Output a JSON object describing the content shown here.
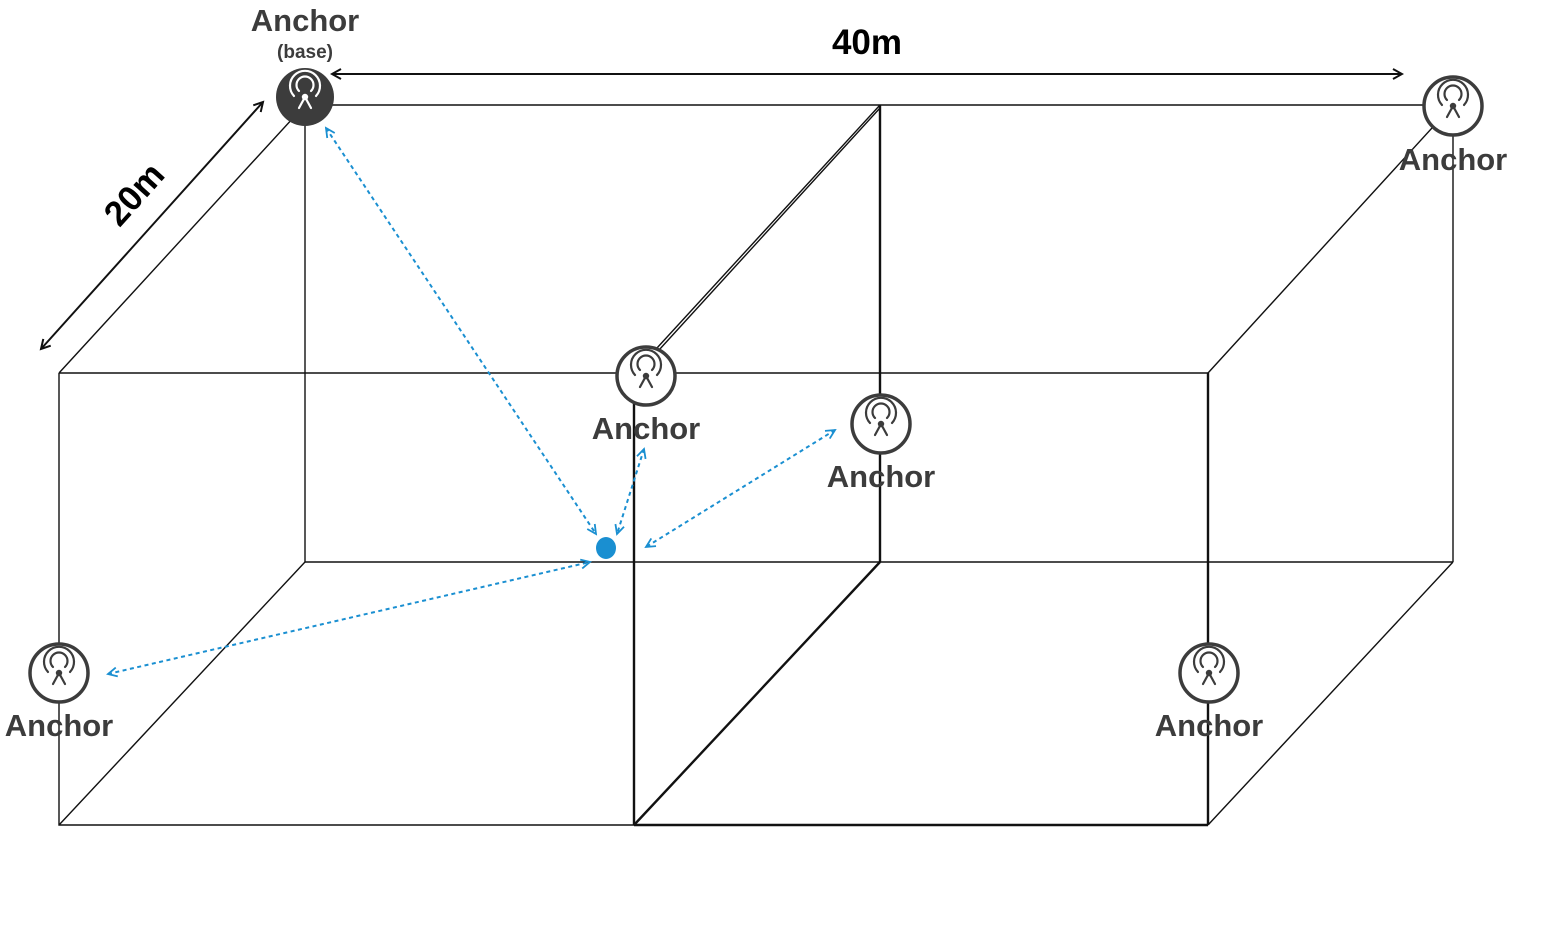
{
  "dimensions": {
    "length_label": "40m",
    "depth_label": "20m"
  },
  "anchors": [
    {
      "id": "base",
      "label": "Anchor",
      "sublabel": "(base)",
      "style": "filled",
      "icon": "antenna-signal-icon"
    },
    {
      "id": "top-right",
      "label": "Anchor",
      "style": "outline",
      "icon": "antenna-signal-icon"
    },
    {
      "id": "center-back",
      "label": "Anchor",
      "style": "outline",
      "icon": "antenna-signal-icon"
    },
    {
      "id": "center-right",
      "label": "Anchor",
      "style": "outline",
      "icon": "antenna-signal-icon"
    },
    {
      "id": "left",
      "label": "Anchor",
      "style": "outline",
      "icon": "antenna-signal-icon"
    },
    {
      "id": "bottom-right",
      "label": "Anchor",
      "style": "outline",
      "icon": "antenna-signal-icon"
    }
  ],
  "tag": {
    "icon": "tag-dot-icon"
  },
  "ranging_links": [
    "base",
    "center-back",
    "center-right",
    "left"
  ],
  "colors": {
    "anchor": "#3c3c3c",
    "tag": "#1a8fd1",
    "link": "#1a8fd1",
    "edges": "#111111"
  }
}
